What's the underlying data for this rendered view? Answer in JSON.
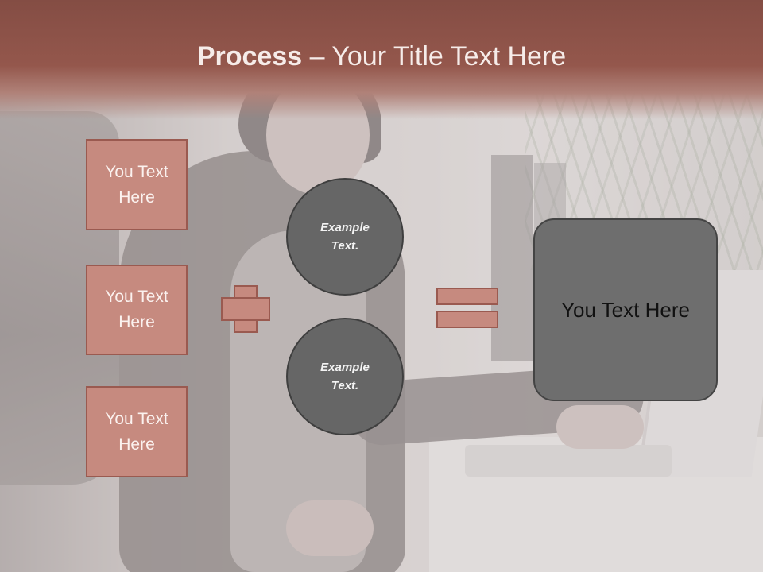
{
  "slide": {
    "title_bold": "Process",
    "title_rest": " – Your Title Text Here"
  },
  "left_boxes": [
    {
      "label": "You Text Here"
    },
    {
      "label": "You Text Here"
    },
    {
      "label": "You Text Here"
    }
  ],
  "circles": [
    {
      "label": "Example Text."
    },
    {
      "label": "Example Text."
    }
  ],
  "result": {
    "label": "You Text Here"
  },
  "colors": {
    "title_band": "#94574c",
    "box_fill": "#c68a7f",
    "box_border": "#9a5a50",
    "circle_fill": "#666666",
    "result_fill": "#6e6e6e"
  },
  "icons": [
    "plus-icon",
    "equals-icon"
  ]
}
